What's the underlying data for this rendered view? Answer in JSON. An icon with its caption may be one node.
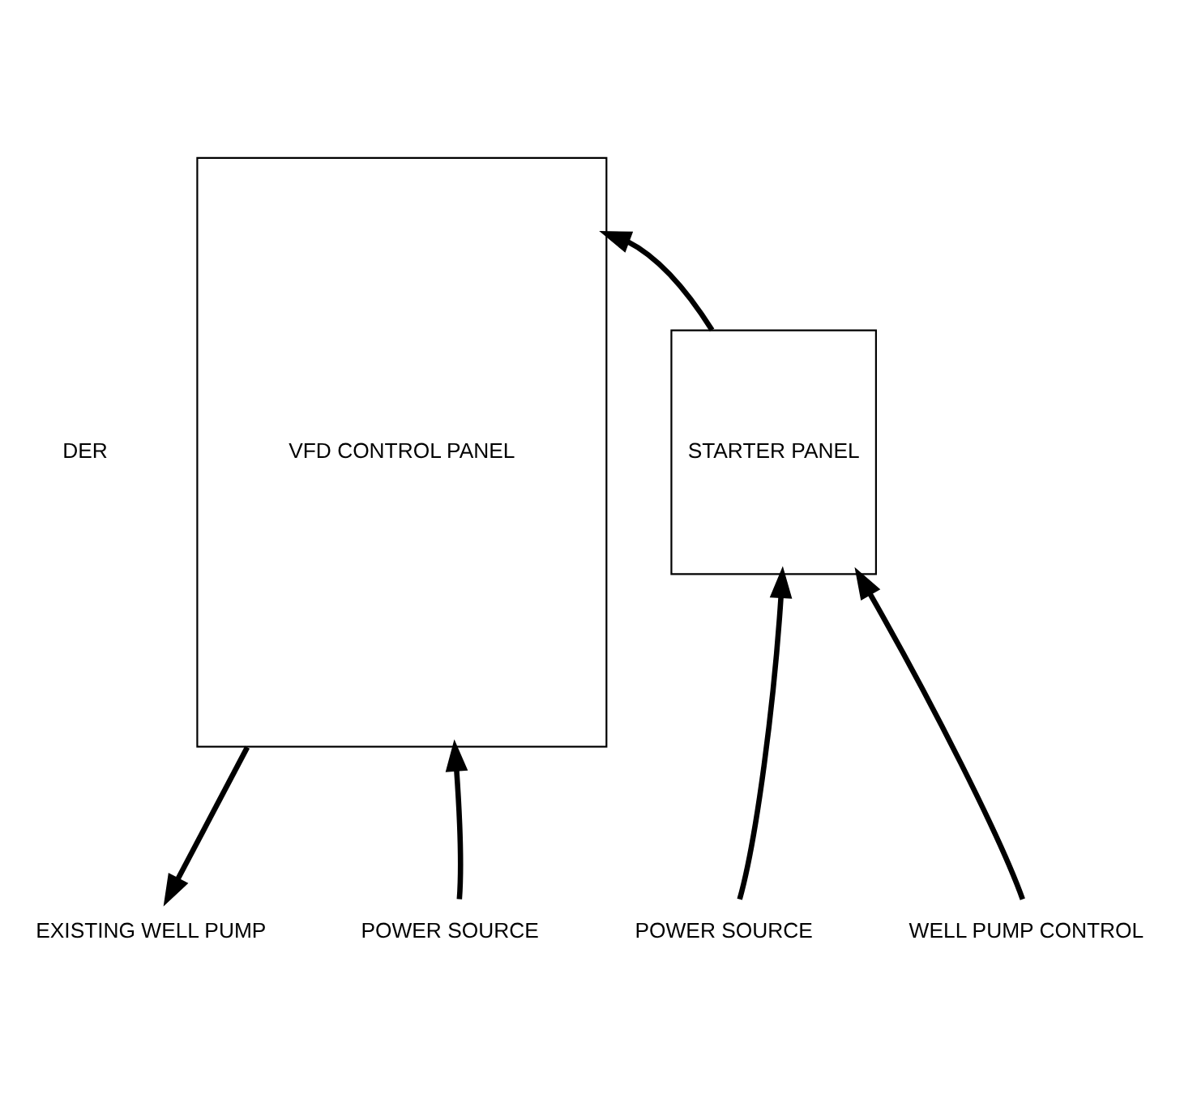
{
  "diagram": {
    "nodes": [
      {
        "text": [
          "VFD CONTROL PANEL"
        ]
      },
      {
        "text": [
          "STARTER PANEL"
        ]
      },
      {
        "text": [
          "EXISTING WELL PUMP"
        ]
      },
      {
        "text": [
          "POWER SOURCE"
        ]
      },
      {
        "text": [
          "POWER SOURCE"
        ]
      },
      {
        "text": [
          "WELL PUMP CONTROL"
        ]
      }
    ],
    "edges": [
      {
        "from": 1,
        "to": 0,
        "arrow": "to"
      },
      {
        "from": 0,
        "to": 2,
        "arrow": "to"
      },
      {
        "from": 3,
        "to": 0,
        "arrow": "to"
      },
      {
        "from": 4,
        "to": 1,
        "arrow": "to"
      },
      {
        "from": 5,
        "to": 1,
        "arrow": "to"
      }
    ],
    "labels": [
      "DER"
    ]
  }
}
